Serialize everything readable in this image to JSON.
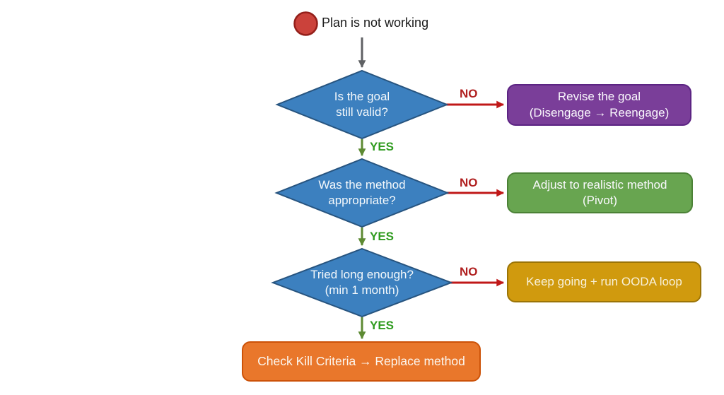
{
  "colors": {
    "start_fill": "#cb423b",
    "start_border": "#941f1a",
    "start_arrow": "#5f6164",
    "diamond_fill": "#3c80bf",
    "diamond_border": "#27547f",
    "purple_fill": "#7a3e99",
    "purple_border": "#5c2483",
    "green_fill": "#68a550",
    "green_border": "#4b8136",
    "gold_fill": "#d09a0e",
    "gold_border": "#9b7406",
    "orange_fill": "#e9772b",
    "orange_border": "#cc5208",
    "yes_color": "#2f9b1f",
    "yes_arrow": "#5d8a33",
    "no_color": "#b02020",
    "no_arrow": "#c01818"
  },
  "start": {
    "label": "Plan is not working"
  },
  "rows": [
    {
      "question_line1": "Is the goal",
      "question_line2": "still valid?",
      "no_label": "NO",
      "yes_label": "YES",
      "action_line1": "Revise the goal",
      "action_line2": "(Disengage → Reengage)"
    },
    {
      "question_line1": "Was the method",
      "question_line2": "appropriate?",
      "no_label": "NO",
      "yes_label": "YES",
      "action_line1": "Adjust to realistic method",
      "action_line2": "(Pivot)"
    },
    {
      "question_line1": "Tried long enough?",
      "question_line2": "(min 1 month)",
      "no_label": "NO",
      "yes_label": "YES",
      "action_line1": "Keep going + run OODA loop"
    }
  ],
  "final": {
    "label": "Check Kill Criteria → Replace method"
  }
}
